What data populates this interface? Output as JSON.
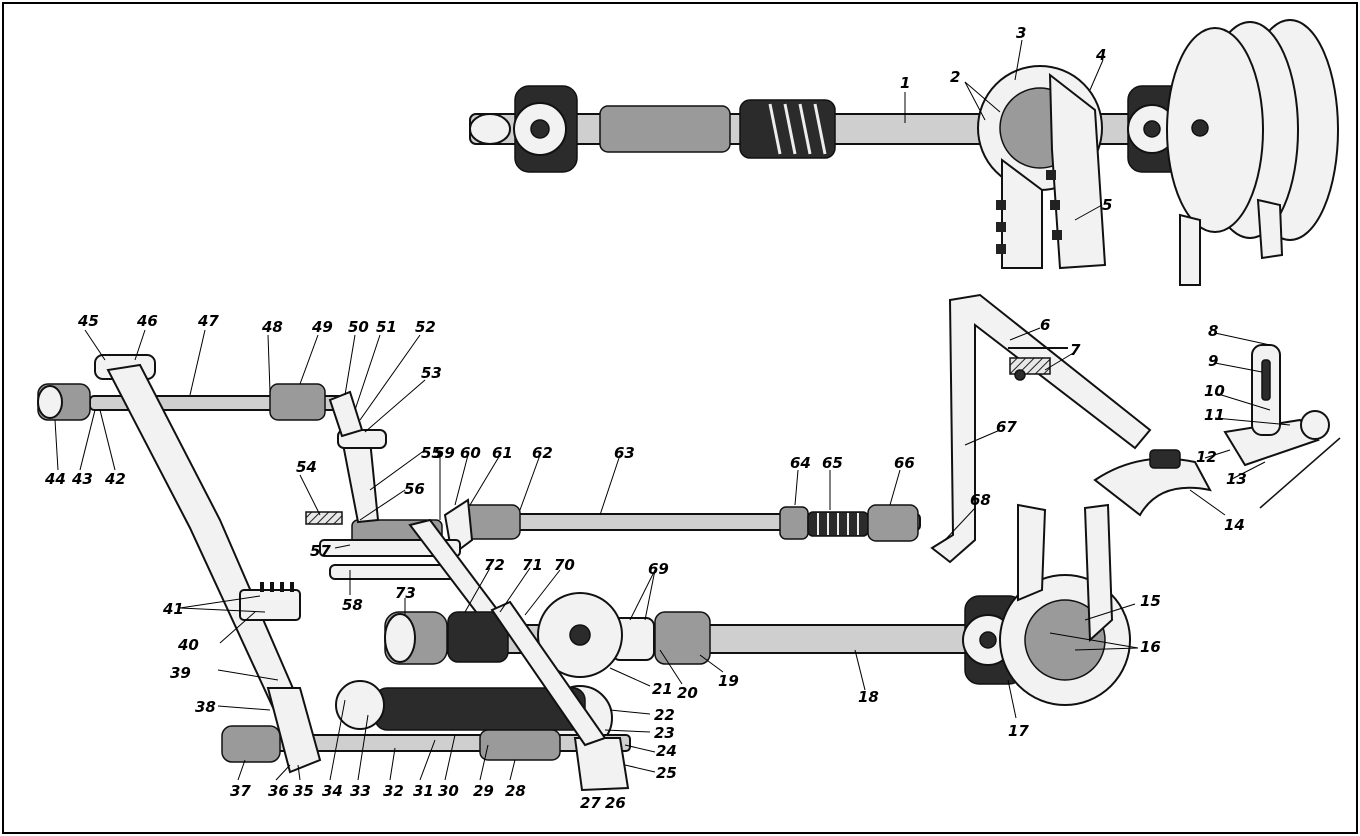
{
  "labels": [
    "1",
    "2",
    "3",
    "4",
    "5",
    "6",
    "7",
    "8",
    "9",
    "10",
    "11",
    "12",
    "13",
    "14",
    "15",
    "16",
    "17",
    "18",
    "19",
    "20",
    "21",
    "22",
    "23",
    "24",
    "25",
    "26",
    "27",
    "28",
    "29",
    "30",
    "31",
    "32",
    "33",
    "34",
    "35",
    "36",
    "37",
    "38",
    "39",
    "40",
    "41",
    "42",
    "43",
    "44",
    "45",
    "46",
    "47",
    "48",
    "49",
    "50",
    "51",
    "52",
    "53",
    "54",
    "55",
    "56",
    "57",
    "58",
    "59",
    "60",
    "61",
    "62",
    "63",
    "64",
    "65",
    "66",
    "67",
    "68",
    "69",
    "70",
    "71",
    "72",
    "73"
  ],
  "icons": [
    "main-shaft-icon",
    "pulley-icon",
    "toothed-belt-icon",
    "needle-bar-linkage-icon",
    "hook-shaft-icon",
    "feed-mechanism-icon",
    "gear-pair-icon",
    "feed-dog-icon",
    "presser-foot-icon"
  ]
}
